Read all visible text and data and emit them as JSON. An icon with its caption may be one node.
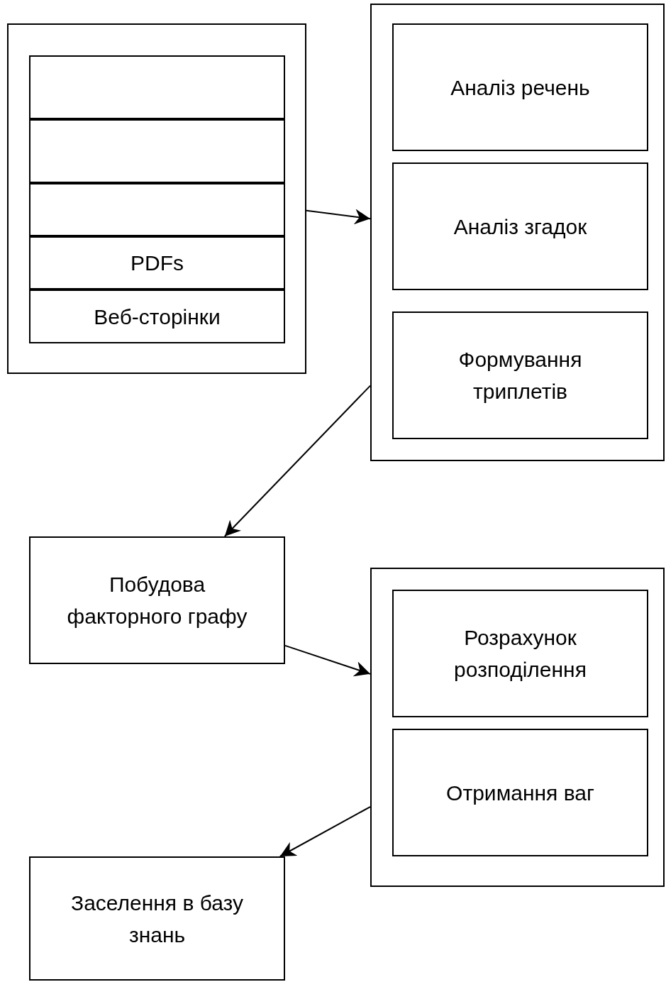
{
  "diagram": {
    "nodes": [
      {
        "text": [],
        "shape": "box"
      },
      {
        "text": [],
        "shape": "box",
        "in": 0
      },
      {
        "text": [],
        "shape": "box",
        "in": 0
      },
      {
        "text": [],
        "shape": "box",
        "in": 0
      },
      {
        "text": [
          "PDFs"
        ],
        "in": 0
      },
      {
        "text": [
          "Веб-сторінки"
        ],
        "in": 0
      },
      {
        "text": [],
        "shape": "box"
      },
      {
        "text": [
          "Аналіз речень"
        ],
        "in": 6
      },
      {
        "text": [
          "Аналіз згадок"
        ],
        "in": 6
      },
      {
        "text": [
          "Формування триплетів"
        ],
        "in": 6
      },
      {
        "text": [
          "Побудова факторного графу"
        ]
      },
      {
        "text": [],
        "shape": "box"
      },
      {
        "text": [
          "Розрахунок розподілення"
        ],
        "in": 11
      },
      {
        "text": [
          "Отримання ваг"
        ],
        "in": 11
      },
      {
        "text": [
          "Заселення в базу знань"
        ]
      }
    ],
    "edges": [
      {
        "from": 0,
        "to": 6,
        "arrow": "to"
      },
      {
        "from": 6,
        "to": 10,
        "arrow": "to"
      },
      {
        "from": 10,
        "to": 11,
        "arrow": "to"
      },
      {
        "from": 11,
        "to": 14,
        "arrow": "to"
      }
    ]
  }
}
